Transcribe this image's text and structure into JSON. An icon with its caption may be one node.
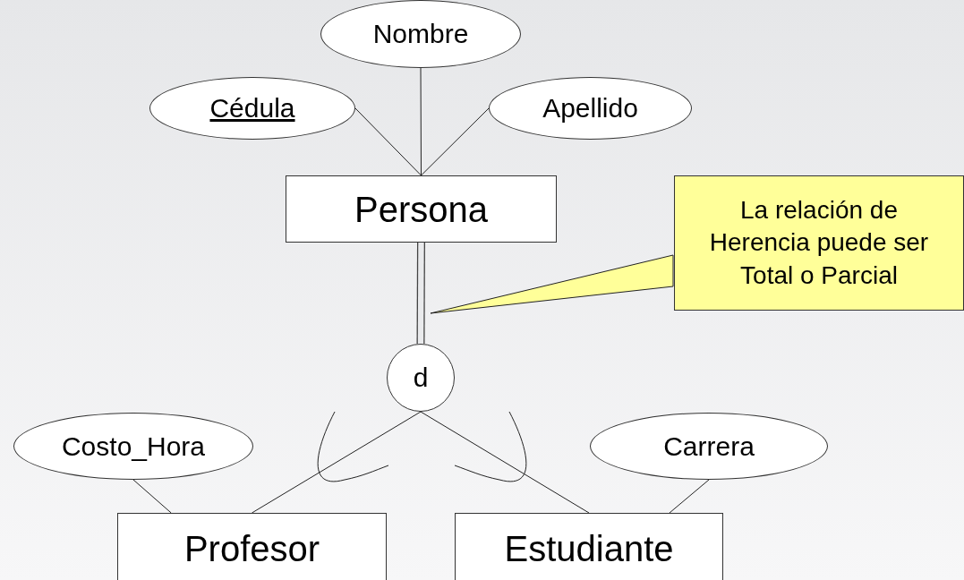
{
  "diagram": {
    "nodes": [
      {
        "text": [
          "Nombre"
        ]
      },
      {
        "text": [
          "Cédula"
        ]
      },
      {
        "text": [
          "Apellido"
        ]
      },
      {
        "text": [
          "Persona"
        ]
      },
      {
        "text": [
          "d"
        ]
      },
      {
        "text": [
          "La relación de Herencia puede ser Total o Parcial"
        ]
      },
      {
        "text": [
          "Costo_Hora"
        ]
      },
      {
        "text": [
          "Carrera"
        ]
      },
      {
        "text": [
          "Profesor"
        ]
      },
      {
        "text": [
          "Estudiante"
        ]
      }
    ],
    "edges": [
      {
        "from": 1,
        "to": 3,
        "arrow": "none"
      },
      {
        "from": 0,
        "to": 3,
        "arrow": "none"
      },
      {
        "from": 2,
        "to": 3,
        "arrow": "none"
      },
      {
        "from": 3,
        "to": 4,
        "arrow": "none",
        "style": "thick"
      },
      {
        "from": 4,
        "to": 8,
        "arrow": "none"
      },
      {
        "from": 4,
        "to": 9,
        "arrow": "none"
      },
      {
        "from": 6,
        "to": 8,
        "arrow": "none"
      },
      {
        "from": 7,
        "to": 9,
        "arrow": "none"
      },
      {
        "from": 5,
        "to": null,
        "arrow": "to"
      }
    ]
  }
}
